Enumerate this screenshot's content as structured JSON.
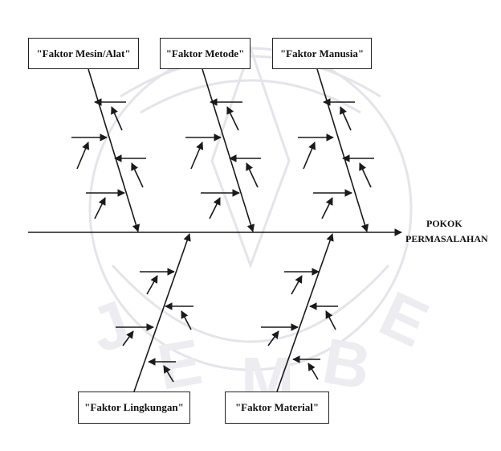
{
  "effect": {
    "line1": "POKOK",
    "line2": "PERMASALAHAN"
  },
  "causes": {
    "mesin": "\"Faktor Mesin/Alat\"",
    "metode": "\"Faktor Metode\"",
    "manusia": "\"Faktor Manusia\"",
    "lingkungan": "\"Faktor Lingkungan\"",
    "material": "\"Faktor Material\""
  },
  "colors": {
    "line": "#1a1a1a",
    "watermark": "#d4d4dc"
  }
}
